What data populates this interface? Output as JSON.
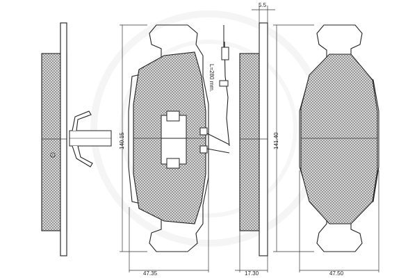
{
  "drawing": {
    "dimensions": {
      "left_width": "47.35",
      "left_height": "140.15",
      "sensor_length": "L=280 mm.",
      "thickness_total": "17.30",
      "backplate_thickness": "5.5",
      "right_height": "141.40",
      "right_width": "47.50"
    },
    "colors": {
      "line": "#222222",
      "hatch": "#555555",
      "background": "#ffffff",
      "watermark": "#eeeeee"
    },
    "icons": [
      "brake-pad-side-view-icon",
      "wear-sensor-icon",
      "anti-rattle-clip-icon",
      "watermark-logo-icon"
    ]
  }
}
